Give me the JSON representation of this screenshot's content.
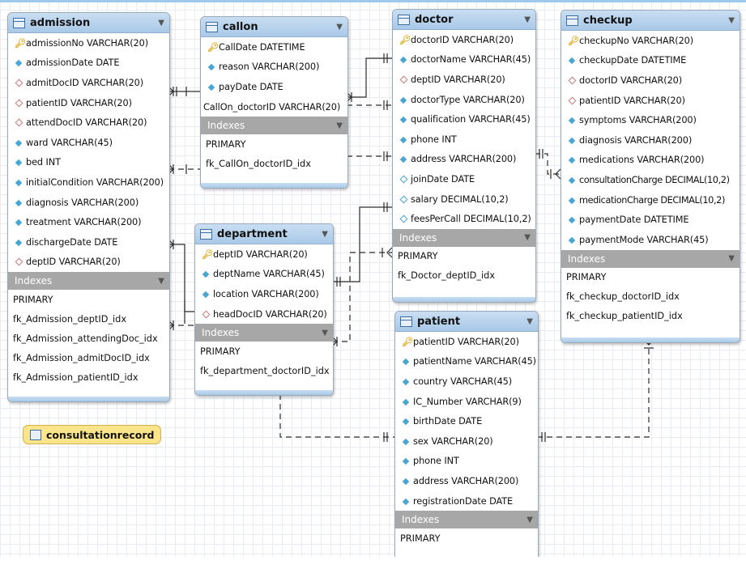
{
  "colors": {
    "header_start": "#c9def2",
    "header_end": "#a9c9e8",
    "indexes_bar": "#a7a7a7",
    "primary_key": "#e0b12d",
    "column_marker": "#48a6d4",
    "note": "#fbe48a"
  },
  "indexes_label": "Indexes",
  "tables": {
    "admission": {
      "name": "admission",
      "columns": [
        {
          "text": "admissionNo VARCHAR(20)",
          "kind": "pk"
        },
        {
          "text": "admissionDate DATE",
          "kind": "col"
        },
        {
          "text": "admitDocID VARCHAR(20)",
          "kind": "fk"
        },
        {
          "text": "patientID VARCHAR(20)",
          "kind": "fk"
        },
        {
          "text": "attendDocID VARCHAR(20)",
          "kind": "fk"
        },
        {
          "text": "ward VARCHAR(45)",
          "kind": "col"
        },
        {
          "text": "bed INT",
          "kind": "col"
        },
        {
          "text": "initialCondition VARCHAR(200)",
          "kind": "col"
        },
        {
          "text": "diagnosis VARCHAR(200)",
          "kind": "col"
        },
        {
          "text": "treatment VARCHAR(200)",
          "kind": "col"
        },
        {
          "text": "dischargeDate DATE",
          "kind": "col"
        },
        {
          "text": "deptID VARCHAR(20)",
          "kind": "fk"
        }
      ],
      "indexes": [
        "PRIMARY",
        "fk_Admission_deptID_idx",
        "fk_Admission_attendingDoc_idx",
        "fk_Admission_admitDocID_idx",
        "fk_Admission_patientID_idx"
      ]
    },
    "callon": {
      "name": "callon",
      "columns": [
        {
          "text": "CallDate DATETIME",
          "kind": "pk"
        },
        {
          "text": "reason VARCHAR(200)",
          "kind": "col"
        },
        {
          "text": "payDate DATE",
          "kind": "col"
        },
        {
          "text": "CallOn_doctorID VARCHAR(20)",
          "kind": "plain"
        }
      ],
      "indexes": [
        "PRIMARY",
        "fk_CallOn_doctorID_idx"
      ]
    },
    "doctor": {
      "name": "doctor",
      "columns": [
        {
          "text": "doctorID VARCHAR(20)",
          "kind": "pk"
        },
        {
          "text": "doctorName VARCHAR(45)",
          "kind": "col"
        },
        {
          "text": "deptID VARCHAR(20)",
          "kind": "fk"
        },
        {
          "text": "doctorType VARCHAR(20)",
          "kind": "col"
        },
        {
          "text": "qualification VARCHAR(45)",
          "kind": "col"
        },
        {
          "text": "phone INT",
          "kind": "col"
        },
        {
          "text": "address VARCHAR(200)",
          "kind": "col"
        },
        {
          "text": "joinDate DATE",
          "kind": "nul"
        },
        {
          "text": "salary DECIMAL(10,2)",
          "kind": "nul"
        },
        {
          "text": "feesPerCall DECIMAL(10,2)",
          "kind": "nul"
        }
      ],
      "indexes": [
        "PRIMARY",
        "fk_Doctor_deptID_idx"
      ]
    },
    "checkup": {
      "name": "checkup",
      "columns": [
        {
          "text": "checkupNo VARCHAR(20)",
          "kind": "pk"
        },
        {
          "text": "checkupDate DATETIME",
          "kind": "col"
        },
        {
          "text": "doctorID VARCHAR(20)",
          "kind": "fk"
        },
        {
          "text": "patientID VARCHAR(20)",
          "kind": "fk"
        },
        {
          "text": "symptoms VARCHAR(200)",
          "kind": "col"
        },
        {
          "text": "diagnosis VARCHAR(200)",
          "kind": "col"
        },
        {
          "text": "medications VARCHAR(200)",
          "kind": "col"
        },
        {
          "text": "consultationCharge DECIMAL(10,2)",
          "kind": "col"
        },
        {
          "text": "medicationCharge DECIMAL(10,2)",
          "kind": "col"
        },
        {
          "text": "paymentDate DATETIME",
          "kind": "col"
        },
        {
          "text": "paymentMode VARCHAR(45)",
          "kind": "col"
        }
      ],
      "indexes": [
        "PRIMARY",
        "fk_checkup_doctorID_idx",
        "fk_checkup_patientID_idx"
      ]
    },
    "department": {
      "name": "department",
      "columns": [
        {
          "text": "deptID VARCHAR(20)",
          "kind": "pk"
        },
        {
          "text": "deptName VARCHAR(45)",
          "kind": "col"
        },
        {
          "text": "location VARCHAR(200)",
          "kind": "col"
        },
        {
          "text": "headDocID VARCHAR(20)",
          "kind": "fk"
        }
      ],
      "indexes": [
        "PRIMARY",
        "fk_department_doctorID_idx"
      ]
    },
    "patient": {
      "name": "patient",
      "columns": [
        {
          "text": "patientID VARCHAR(20)",
          "kind": "pk"
        },
        {
          "text": "patientName VARCHAR(45)",
          "kind": "col"
        },
        {
          "text": "country VARCHAR(45)",
          "kind": "col"
        },
        {
          "text": "IC_Number VARCHAR(9)",
          "kind": "col"
        },
        {
          "text": "birthDate DATE",
          "kind": "col"
        },
        {
          "text": "sex VARCHAR(20)",
          "kind": "col"
        },
        {
          "text": "phone INT",
          "kind": "col"
        },
        {
          "text": "address VARCHAR(200)",
          "kind": "col"
        },
        {
          "text": "registrationDate DATE",
          "kind": "col"
        }
      ],
      "indexes": [
        "PRIMARY"
      ]
    }
  },
  "note": {
    "label": "consultationrecord"
  }
}
